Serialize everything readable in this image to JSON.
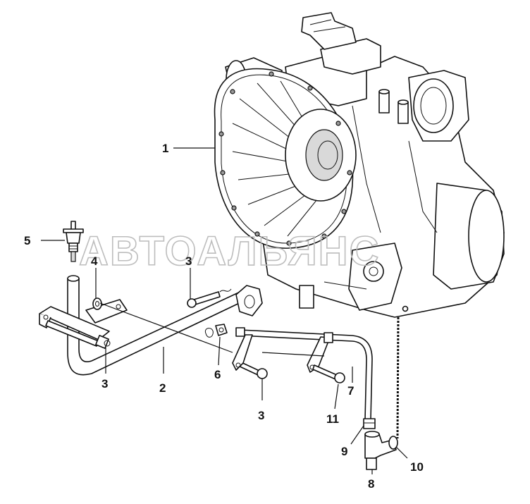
{
  "watermark": "АВТОАЛЬЯНС",
  "callouts": {
    "c1": "1",
    "c2": "2",
    "c3a": "3",
    "c3b": "3",
    "c3c": "3",
    "c4": "4",
    "c5": "5",
    "c6": "6",
    "c7": "7",
    "c8": "8",
    "c9": "9",
    "c10": "10",
    "c11": "11"
  }
}
